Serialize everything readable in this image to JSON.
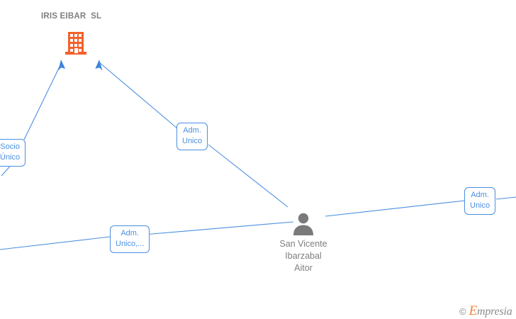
{
  "graph": {
    "background_color": "#ffffff",
    "edge_color": "#4a8fe0",
    "company_color": "#f4602a",
    "person_color": "#7f7f7f",
    "label_text_color": "#4a8fe0"
  },
  "company": {
    "name": "IRIS EIBAR  SL",
    "icon": "building-icon"
  },
  "person": {
    "name_line_1": "San Vicente",
    "name_line_2": "Ibarzabal",
    "name_line_3": "Aitor",
    "icon": "person-icon"
  },
  "relations": [
    {
      "line_1": "Socio",
      "line_2": "Único"
    },
    {
      "line_1": "Adm.",
      "line_2": "Unico"
    },
    {
      "line_1": "Adm.",
      "line_2": "Unico,..."
    },
    {
      "line_1": "Adm.",
      "line_2": "Unico"
    }
  ],
  "watermark": {
    "copyright": "©",
    "brand_initial": "E",
    "brand_rest": "mpresia"
  }
}
